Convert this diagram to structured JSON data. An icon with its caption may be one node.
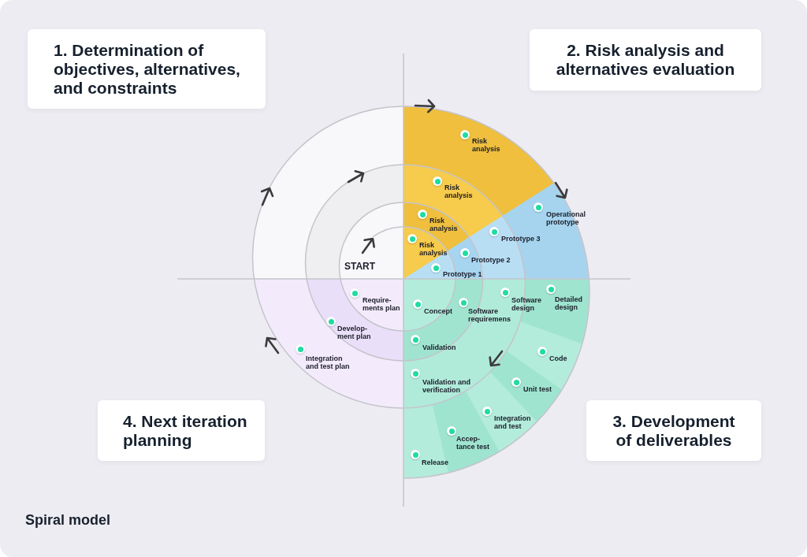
{
  "diagram": {
    "title": "Spiral model",
    "nodes": [
      {
        "text": [
          "1. Determination of objectives, alternatives, and constraints"
        ]
      },
      {
        "text": [
          "2. Risk analysis and alternatives evaluation"
        ]
      },
      {
        "text": [
          "3. Development of deliverables"
        ]
      },
      {
        "text": [
          "4. Next iteration planning"
        ]
      }
    ],
    "labels": [
      "Risk analysis",
      "Risk analysis",
      "Operational prototype",
      "Risk analysis",
      "Prototype 3",
      "Risk analysis",
      "Prototype 2",
      "START",
      "Prototype 1",
      "Require-ments plan",
      "Concept",
      "Software requiremens",
      "Software design",
      "Detailed design",
      "Develop-ment plan",
      "Validation",
      "Integration and test plan",
      "Code",
      "Validation and verification",
      "Unit test",
      "Integration and test",
      "Accep-tance test",
      "Release"
    ]
  }
}
